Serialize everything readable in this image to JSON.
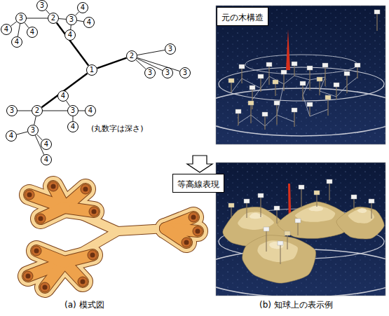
{
  "diagram": {
    "nodes": [
      {
        "text": [
          "1"
        ]
      },
      {
        "text": [
          "2"
        ]
      },
      {
        "text": [
          "3"
        ]
      },
      {
        "text": [
          "3"
        ]
      },
      {
        "text": [
          "3"
        ]
      },
      {
        "text": [
          "4"
        ]
      },
      {
        "text": [
          "4"
        ]
      },
      {
        "text": [
          "4"
        ]
      },
      {
        "text": [
          "4"
        ]
      },
      {
        "text": [
          "4"
        ]
      },
      {
        "text": [
          "4"
        ]
      },
      {
        "text": [
          "2"
        ]
      },
      {
        "text": [
          "3"
        ]
      },
      {
        "text": [
          "3"
        ]
      },
      {
        "text": [
          "3"
        ]
      },
      {
        "text": [
          "3"
        ]
      },
      {
        "text": [
          "2"
        ]
      },
      {
        "text": [
          "3"
        ]
      },
      {
        "text": [
          "3"
        ]
      },
      {
        "text": [
          "3"
        ]
      },
      {
        "text": [
          "4"
        ]
      },
      {
        "text": [
          "4"
        ]
      },
      {
        "text": [
          "4"
        ]
      },
      {
        "text": [
          "4"
        ]
      },
      {
        "text": [
          "4"
        ]
      },
      {
        "text": [
          "4"
        ]
      },
      {
        "text": [
          "元の木構造"
        ]
      },
      {
        "text": [
          "等高線表現"
        ]
      }
    ],
    "edges": [
      {
        "from": 0,
        "to": 1,
        "arrow": "none"
      },
      {
        "from": 1,
        "to": 2,
        "arrow": "none"
      },
      {
        "from": 1,
        "to": 3,
        "arrow": "none"
      },
      {
        "from": 1,
        "to": 4,
        "arrow": "none"
      },
      {
        "from": 3,
        "to": 5,
        "arrow": "none"
      },
      {
        "from": 3,
        "to": 6,
        "arrow": "none"
      },
      {
        "from": 3,
        "to": 7,
        "arrow": "none"
      },
      {
        "from": 4,
        "to": 8,
        "arrow": "none"
      },
      {
        "from": 4,
        "to": 9,
        "arrow": "none"
      },
      {
        "from": 4,
        "to": 10,
        "arrow": "none"
      },
      {
        "from": 0,
        "to": 11,
        "arrow": "none"
      },
      {
        "from": 11,
        "to": 12,
        "arrow": "none"
      },
      {
        "from": 11,
        "to": 13,
        "arrow": "none"
      },
      {
        "from": 11,
        "to": 14,
        "arrow": "none"
      },
      {
        "from": 11,
        "to": 15,
        "arrow": "none"
      },
      {
        "from": 0,
        "to": 16,
        "arrow": "none"
      },
      {
        "from": 16,
        "to": 17,
        "arrow": "none"
      },
      {
        "from": 16,
        "to": 18,
        "arrow": "none"
      },
      {
        "from": 16,
        "to": 19,
        "arrow": "none"
      },
      {
        "from": 18,
        "to": 20,
        "arrow": "none"
      },
      {
        "from": 18,
        "to": 21,
        "arrow": "none"
      },
      {
        "from": 18,
        "to": 22,
        "arrow": "none"
      },
      {
        "from": 19,
        "to": 23,
        "arrow": "none"
      },
      {
        "from": 19,
        "to": 24,
        "arrow": "none"
      },
      {
        "from": 19,
        "to": 25,
        "arrow": "none"
      }
    ],
    "labels": [
      "(丸数字は深さ)",
      "(a) 模式図",
      "(b) 知球上の表示例"
    ]
  }
}
